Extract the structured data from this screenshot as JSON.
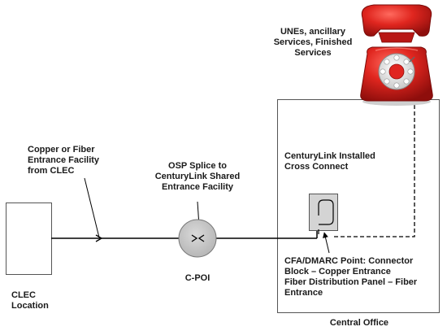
{
  "labels": {
    "phone_services": [
      "UNEs, ancillary",
      "Services, Finished",
      "Services"
    ],
    "copper_fiber": [
      "Copper or Fiber",
      "Entrance Facility",
      "from CLEC"
    ],
    "osp_splice": [
      "OSP Splice to",
      "CenturyLink Shared",
      "Entrance Facility"
    ],
    "installed_cross_connect": [
      "CenturyLink Installed",
      "Cross Connect"
    ],
    "cfa_demarc": [
      "CFA/DMARC Point:  Connector",
      "Block – Copper Entrance",
      "Fiber Distribution Panel – Fiber",
      "Entrance"
    ],
    "clec_location": [
      "CLEC",
      "Location"
    ],
    "c_poi": "C-POI",
    "central_office": "Central Office"
  },
  "colors": {
    "phone_red": "#d8201c",
    "phone_dark": "#8e0e0c",
    "splice_fill": "#c8c8c8",
    "block_fill": "#d4d4d4",
    "line": "#000000"
  },
  "icons": [
    "telephone-icon"
  ]
}
